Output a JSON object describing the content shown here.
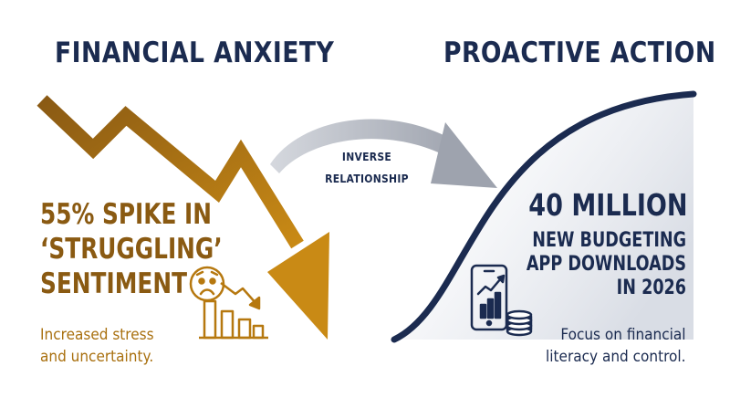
{
  "colors": {
    "navy": "#1b2b50",
    "gold": "#b6780f",
    "gold_text": "#8a5a12",
    "gray_arrow": "#b4b8c2"
  },
  "left": {
    "title": "FINANCIAL ANXIETY",
    "stat_lines": [
      "55% SPIKE IN",
      "‘STRUGGLING’",
      "SENTIMENT"
    ],
    "sub_lines": [
      "Increased stress",
      "and uncertainty."
    ],
    "icons": [
      "worried-face-icon",
      "declining-bar-chart-icon"
    ]
  },
  "center": {
    "arrow_label_lines": [
      "INVERSE",
      "RELATIONSHIP"
    ]
  },
  "right": {
    "title": "PROACTIVE ACTION",
    "stat_number": "40 MILLION",
    "stat_lines": [
      "NEW BUDGETING",
      "APP DOWNLOADS",
      "IN 2026"
    ],
    "sub_lines": [
      "Focus on financial",
      "literacy and control."
    ],
    "icons": [
      "smartphone-growth-chart-icon",
      "coin-stack-icon"
    ]
  }
}
